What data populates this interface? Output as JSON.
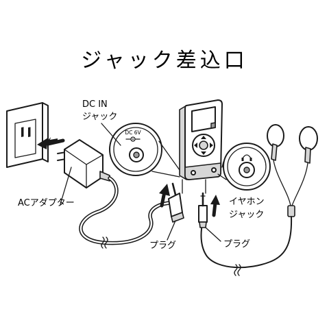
{
  "title": "ジャック差込口",
  "labels": {
    "dc_in_line1": "DC IN",
    "dc_in_line2": "ジャック",
    "dc_marking": "DC 6V",
    "ac_adapter": "ACアダプター",
    "plug_left": "プラグ",
    "plug_right": "プラグ",
    "earphone_line1": "イヤホン",
    "earphone_line2": "ジャック"
  },
  "icons": [
    "wall-outlet-icon",
    "ac-adapter-icon",
    "player-device-icon",
    "earphones-icon",
    "headphone-symbol-icon",
    "up-arrow-icon",
    "right-arrow-icon"
  ]
}
